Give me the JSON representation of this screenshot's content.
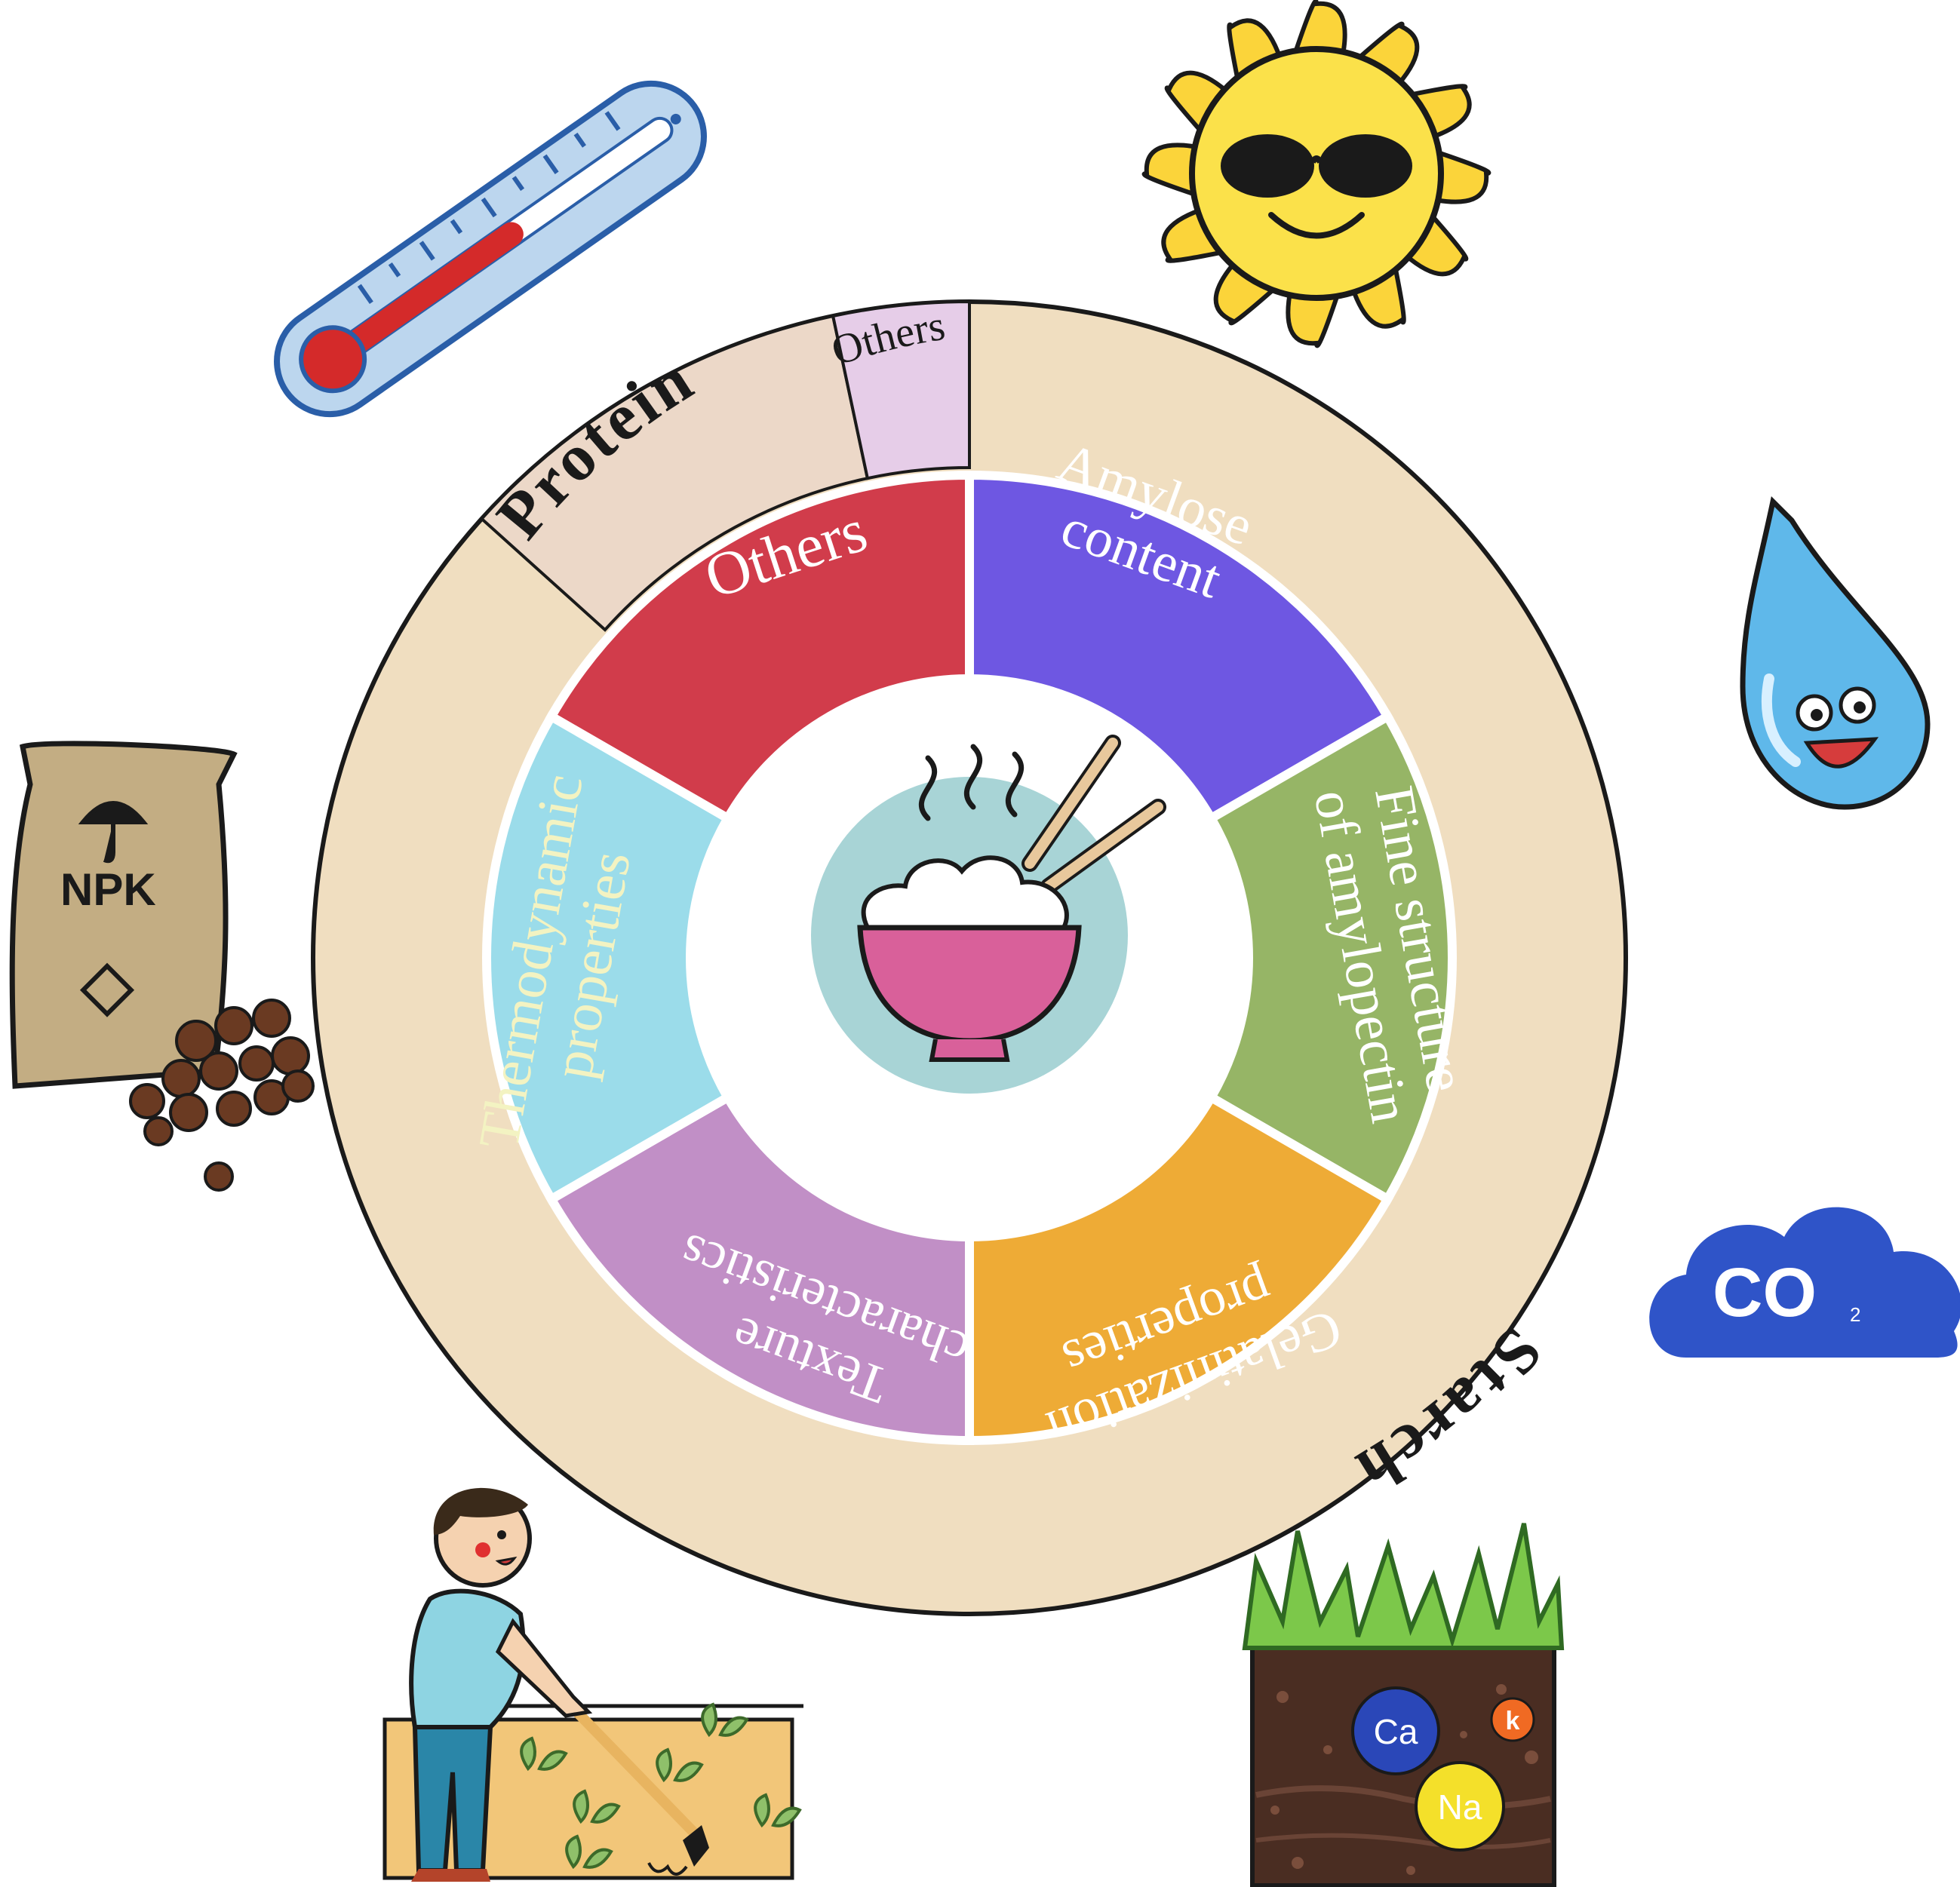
{
  "wheel": {
    "colors": {
      "outer_ring": "#f0dec0",
      "protein_band": "#ecd8c8",
      "others_band": "#e6cde8",
      "separator": "#ffffff",
      "outline": "#1a1a1a",
      "center_bg": "#ffffff",
      "bowl_circle": "#a8d4d6",
      "bowl": "#d9609a"
    },
    "outer": {
      "protein_label": "Protein",
      "others_label": "Others",
      "starch_label": "Starch"
    },
    "segments": [
      {
        "label_lines": [
          "Others"
        ],
        "color": "#d13c4b",
        "text_color": "#ffffff"
      },
      {
        "label_lines": [
          "Amylose",
          "content"
        ],
        "color": "#6e57e2",
        "text_color": "#ffffff"
      },
      {
        "label_lines": [
          "Fine structure",
          "of amylopectin"
        ],
        "color": "#96b566",
        "text_color": "#ffffff"
      },
      {
        "label_lines": [
          "Gelatinization",
          "properties"
        ],
        "color": "#eeab36",
        "text_color": "#ffffff"
      },
      {
        "label_lines": [
          "Texture",
          "characteristics"
        ],
        "color": "#c18fc6",
        "text_color": "#ffffff"
      },
      {
        "label_lines": [
          "Thermodynamic",
          "properties"
        ],
        "color": "#9bdcea",
        "text_color": "#f3f3c2"
      }
    ]
  },
  "illustrations": {
    "thermometer_icon": "thermometer-icon",
    "sun_icon": "sun-with-sunglasses-icon",
    "water_drop_icon": "water-drop-icon",
    "co2": {
      "label": "CO",
      "subscript": "2",
      "color": "#2f54c8"
    },
    "fertilizer": {
      "label": "NPK",
      "bag_color": "#c3ad83"
    },
    "soil": {
      "ions": [
        {
          "label": "Ca",
          "color": "#2a47b8",
          "text_color": "#ffffff"
        },
        {
          "label": "k",
          "color": "#f06a23",
          "text_color": "#ffffff"
        },
        {
          "label": "Na",
          "color": "#f4e02a",
          "text_color": "#ffffff"
        }
      ]
    },
    "farmer_icon": "farmer-hoeing-icon"
  }
}
